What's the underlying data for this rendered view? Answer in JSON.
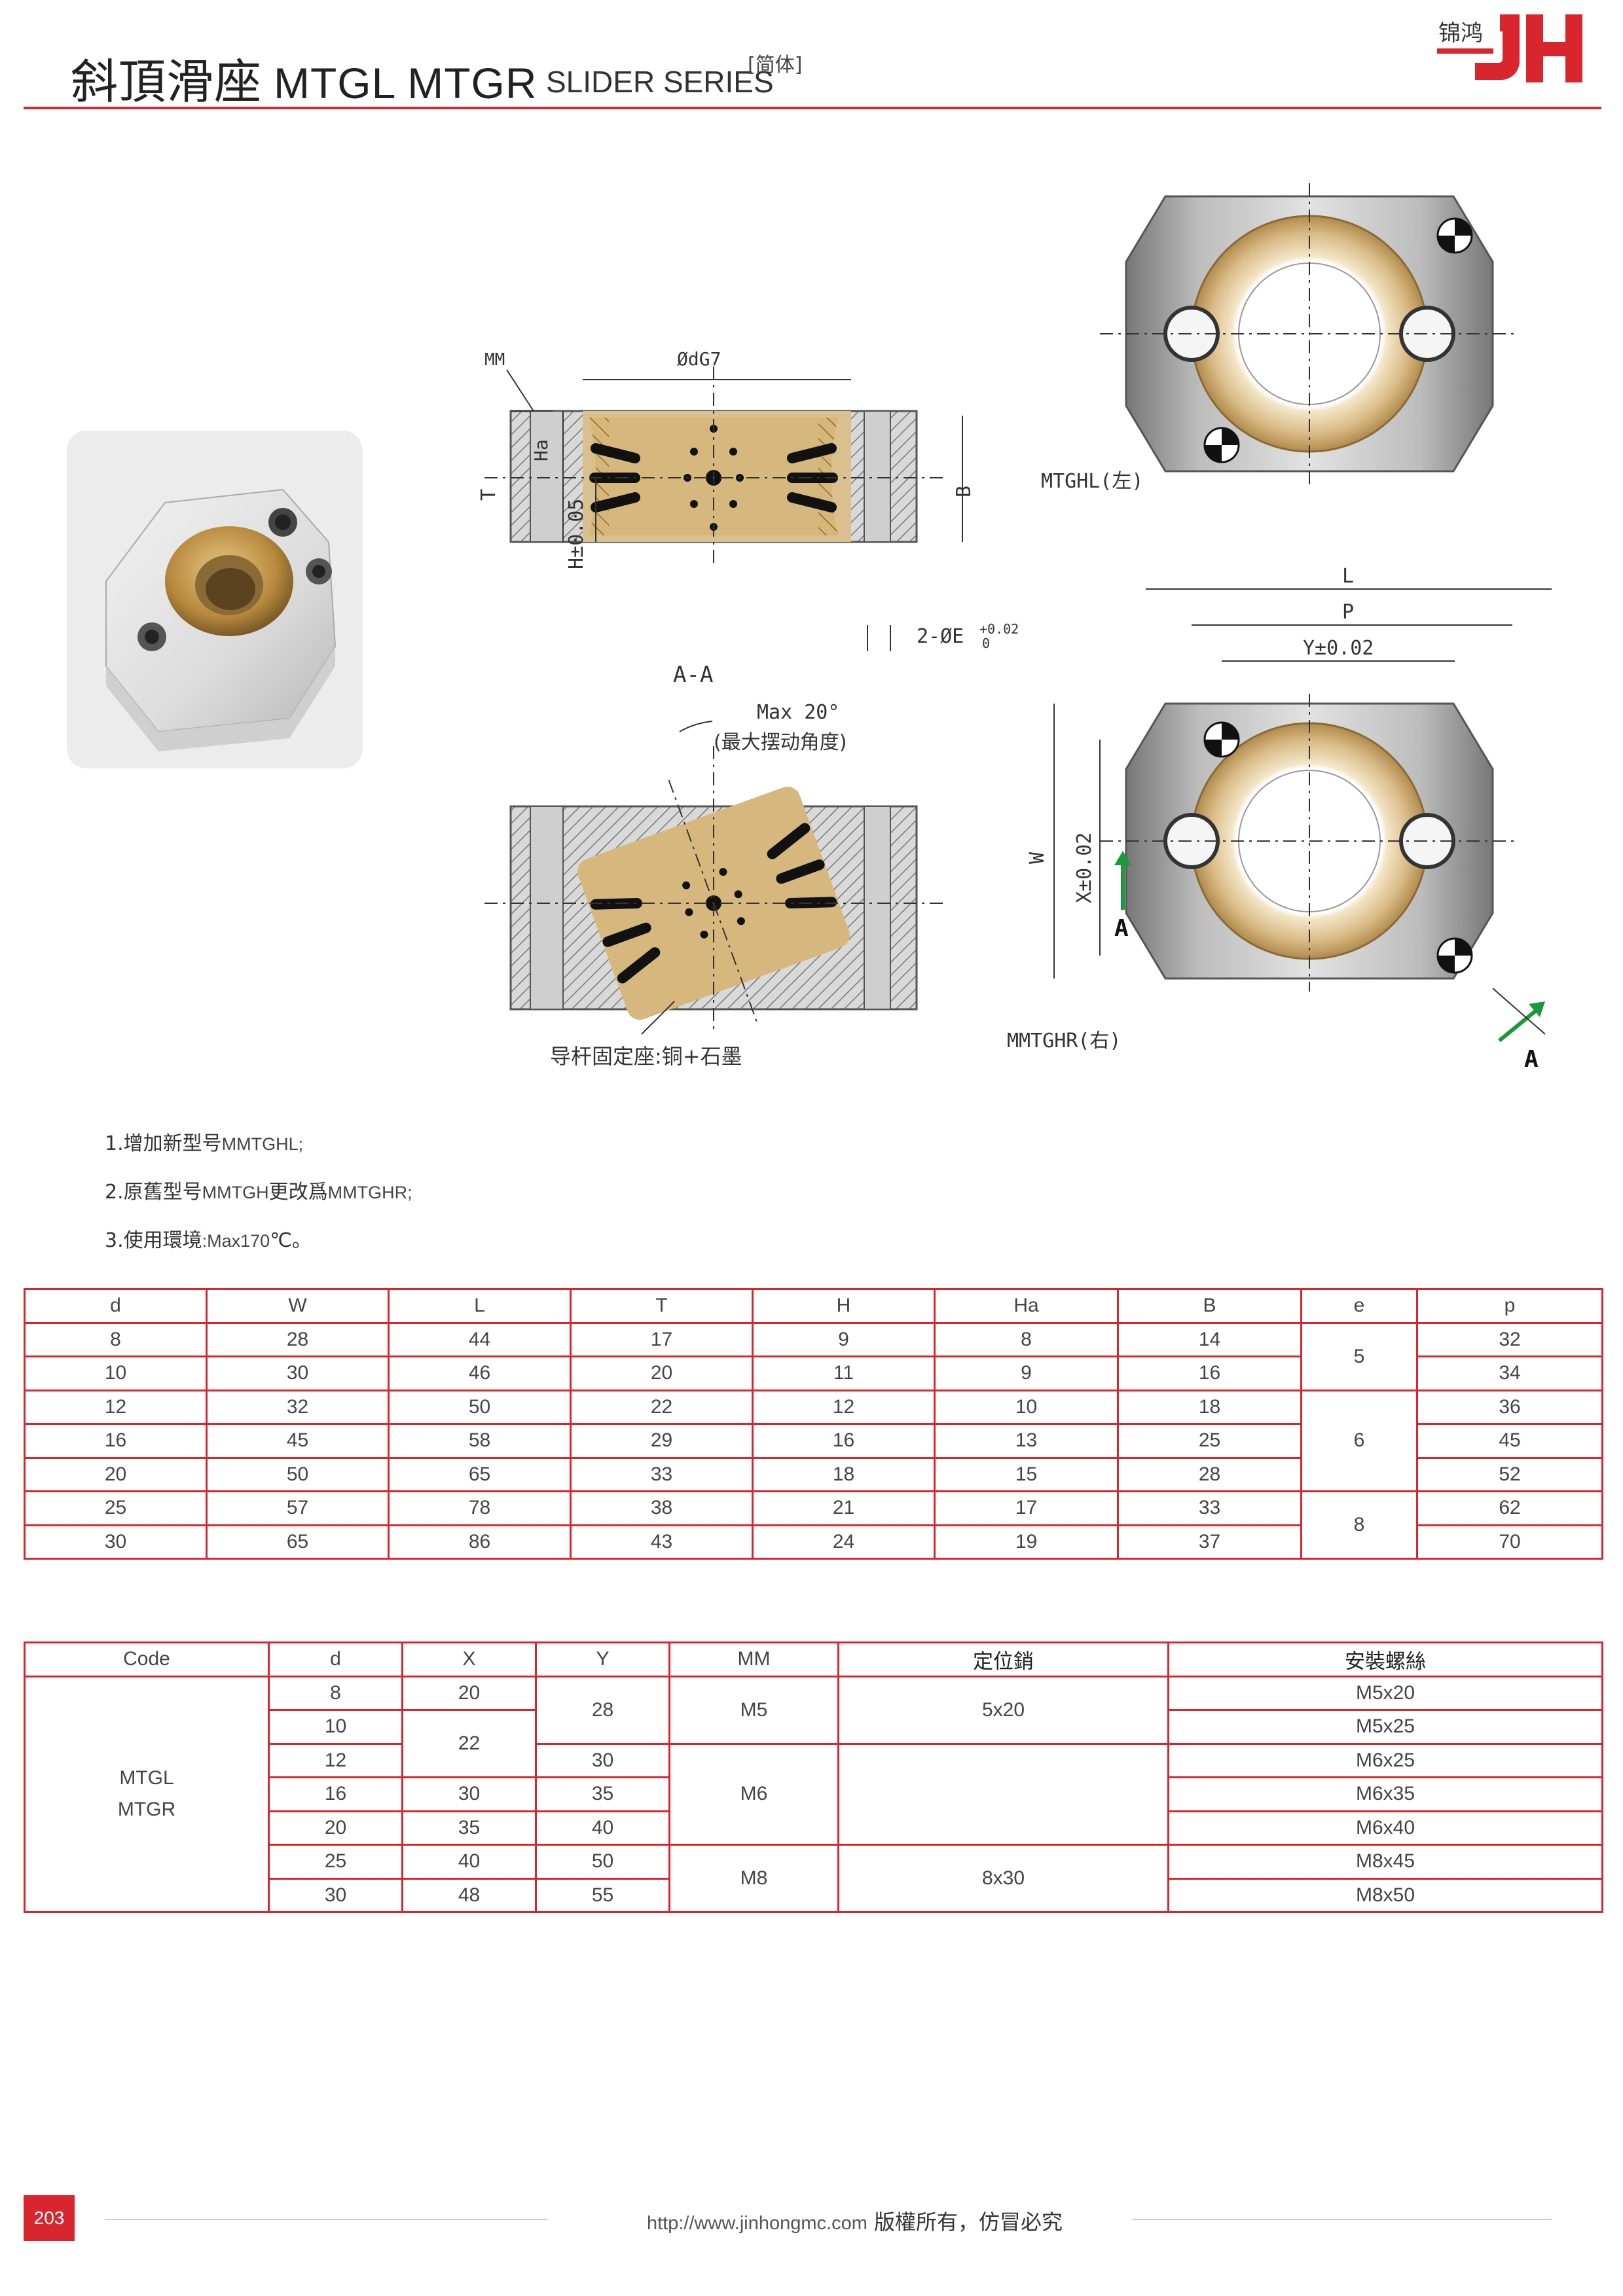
{
  "header": {
    "title_cn": "斜頂滑座",
    "title_models": "MTGL MTGR",
    "series": "SLIDER SERIES",
    "script_tag": "[简体]",
    "logo_text": "锦鸿"
  },
  "drawing": {
    "mm": "MM",
    "odg7": "ØdG7",
    "ha": "Ha",
    "t": "T",
    "h": "H±0.05",
    "b": "B",
    "e": "2-ØE",
    "e_tol_upper": "+0.02",
    "e_tol_lower": "0",
    "section": "A-A",
    "max_angle": "Max 20°",
    "max_angle_cn": "(最大摆动角度)",
    "guide_note": "导杆固定座:铜+石墨",
    "mtghl": "MTGHL(左)",
    "mtghr": "MMTGHR(右)",
    "l": "L",
    "p": "P",
    "y": "Y±0.02",
    "w": "W",
    "x": "X±0.02",
    "arrow_a": "A"
  },
  "notes": [
    {
      "prefix": "1.",
      "cn": "增加新型号",
      "lat": "MMTGHL;",
      "cn2": "",
      "lat2": ""
    },
    {
      "prefix": "2.",
      "cn": "原舊型号",
      "lat": "MMTGH",
      "cn2": "更改爲",
      "lat2": "MMTGHR;"
    },
    {
      "prefix": "3.",
      "cn": "使用環境",
      "lat": ":Max170",
      "cn2": "℃。",
      "lat2": ""
    }
  ],
  "table1": {
    "headers": [
      "d",
      "W",
      "L",
      "T",
      "H",
      "Ha",
      "B",
      "e",
      "p"
    ],
    "rows": [
      [
        "8",
        "28",
        "44",
        "17",
        "9",
        "8",
        "14",
        "32"
      ],
      [
        "10",
        "30",
        "46",
        "20",
        "11",
        "9",
        "16",
        "34"
      ],
      [
        "12",
        "32",
        "50",
        "22",
        "12",
        "10",
        "18",
        "36"
      ],
      [
        "16",
        "45",
        "58",
        "29",
        "16",
        "13",
        "25",
        "45"
      ],
      [
        "20",
        "50",
        "65",
        "33",
        "18",
        "15",
        "28",
        "52"
      ],
      [
        "25",
        "57",
        "78",
        "38",
        "21",
        "17",
        "33",
        "62"
      ],
      [
        "30",
        "65",
        "86",
        "43",
        "24",
        "19",
        "37",
        "70"
      ]
    ],
    "e_groups": [
      "5",
      "6",
      "8"
    ]
  },
  "table2": {
    "headers": [
      "Code",
      "d",
      "X",
      "Y",
      "MM",
      "定位銷",
      "安裝螺絲"
    ],
    "code_lines": [
      "MTGL",
      "MTGR"
    ],
    "d": [
      "8",
      "10",
      "12",
      "16",
      "20",
      "25",
      "30"
    ],
    "x": [
      "20",
      "22",
      "30",
      "35",
      "40",
      "48"
    ],
    "y": [
      "28",
      "30",
      "35",
      "40",
      "50",
      "55"
    ],
    "mm": [
      "M5",
      "M6",
      "M8"
    ],
    "pin": [
      "5x20",
      "",
      "8x30"
    ],
    "screw": [
      "M5x20",
      "M5x25",
      "M6x25",
      "M6x35",
      "M6x40",
      "M8x45",
      "M8x50"
    ]
  },
  "footer": {
    "page": "203",
    "url": "http://www.jinhongmc.com",
    "rights": "版權所有，仿冒必究"
  },
  "colors": {
    "accent": "#d8252e",
    "bronze": "#c9a56a"
  }
}
